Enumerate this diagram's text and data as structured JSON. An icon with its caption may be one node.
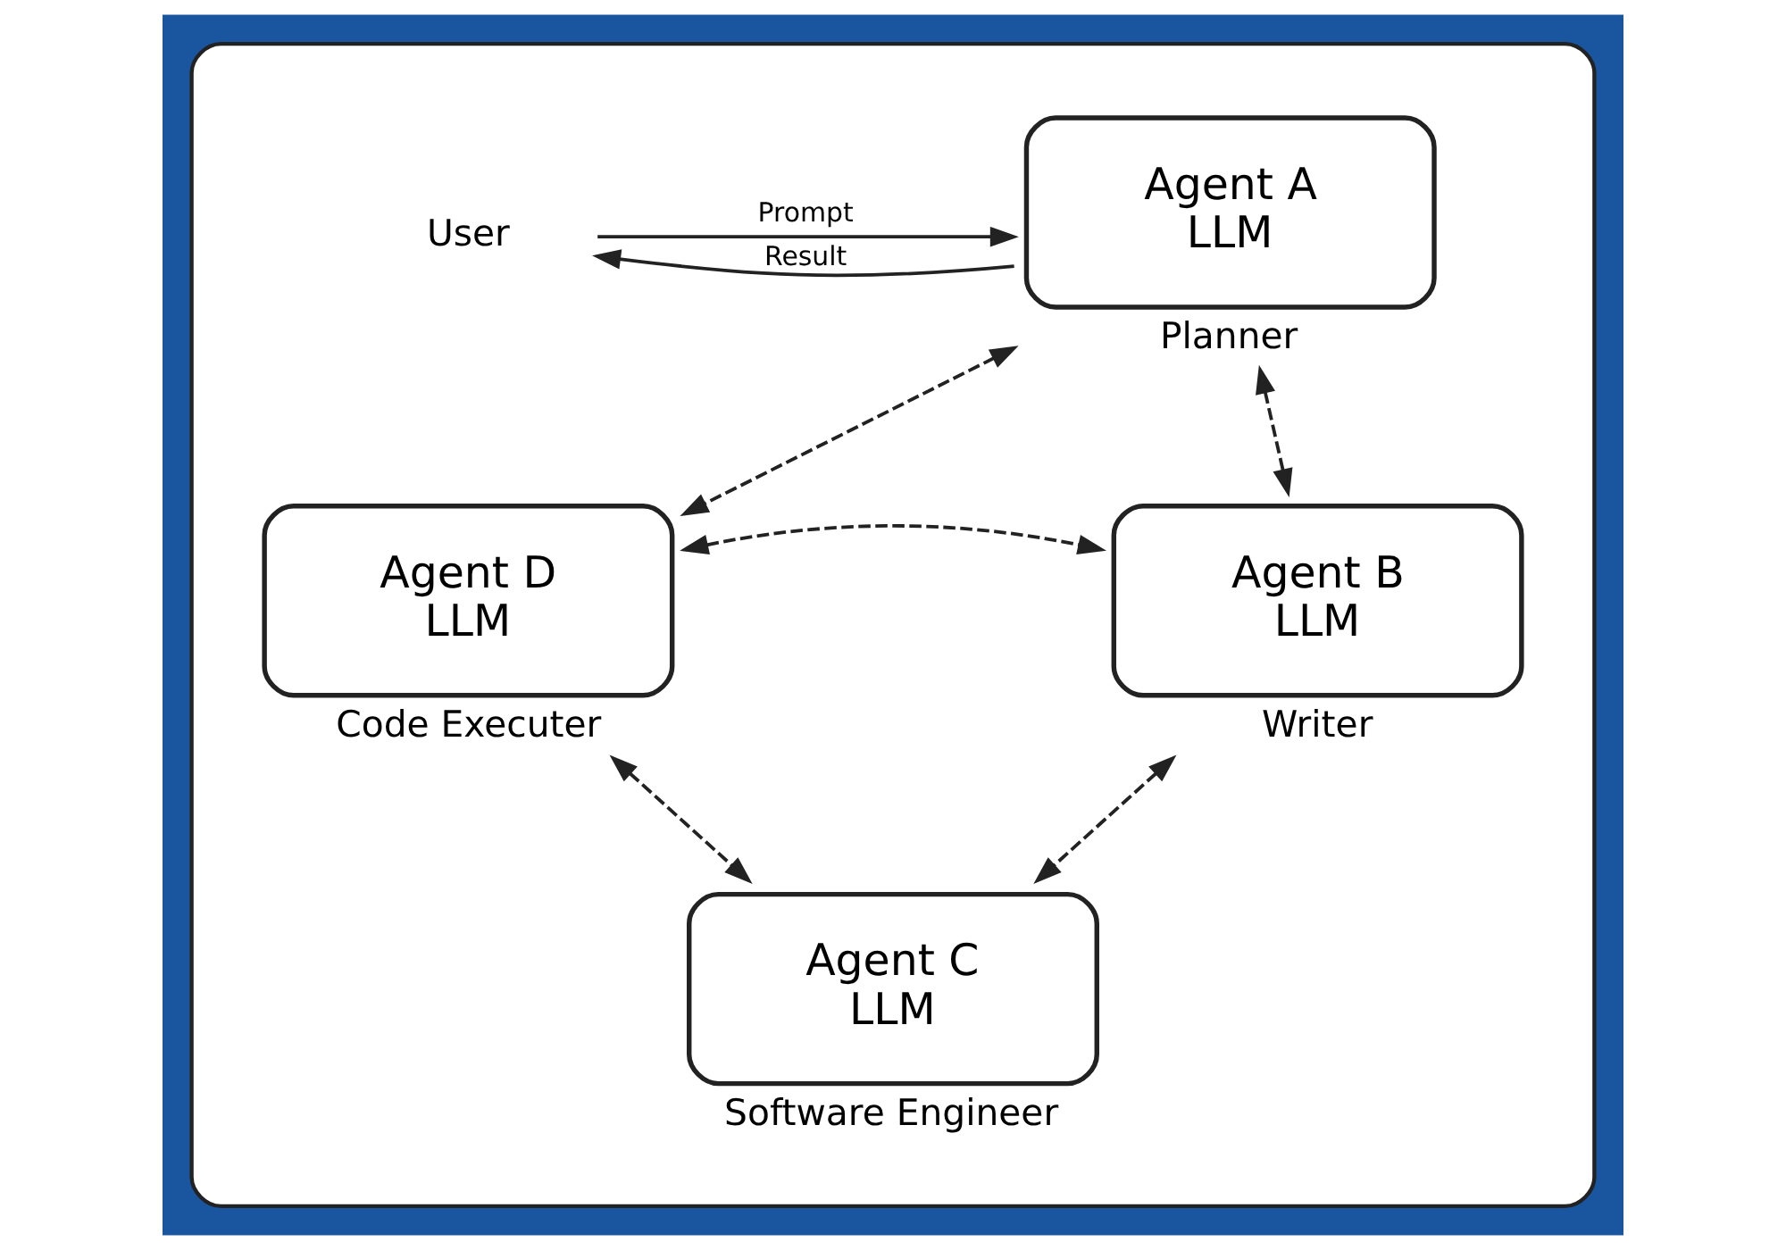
{
  "diagram": {
    "nodes": [
      {
        "text": [],
        "shape": "box"
      },
      {
        "text": [
          "User"
        ],
        "in": 0
      },
      {
        "text": [
          "Agent A",
          "LLM"
        ],
        "beside": [
          "Planner"
        ],
        "in": 0
      },
      {
        "text": [
          "Agent D",
          "LLM"
        ],
        "beside": [
          "Code Executer"
        ],
        "in": 0
      },
      {
        "text": [
          "Agent B",
          "LLM"
        ],
        "beside": [
          "Writer"
        ],
        "in": 0
      },
      {
        "text": [
          "Agent C",
          "LLM"
        ],
        "beside": [
          "Software Engineer"
        ],
        "in": 0
      }
    ],
    "edges": [
      {
        "from": 1,
        "to": 2,
        "arrow": "to",
        "label": "Prompt"
      },
      {
        "from": 2,
        "to": 1,
        "arrow": "to",
        "label": "Result"
      },
      {
        "from": 2,
        "to": 3,
        "arrow": "both",
        "style": "dashed"
      },
      {
        "from": 2,
        "to": 4,
        "arrow": "both",
        "style": "dashed"
      },
      {
        "from": 3,
        "to": 4,
        "arrow": "both",
        "style": "dashed"
      },
      {
        "from": 3,
        "to": 5,
        "arrow": "both",
        "style": "dashed"
      },
      {
        "from": 4,
        "to": 5,
        "arrow": "both",
        "style": "dashed"
      }
    ]
  }
}
